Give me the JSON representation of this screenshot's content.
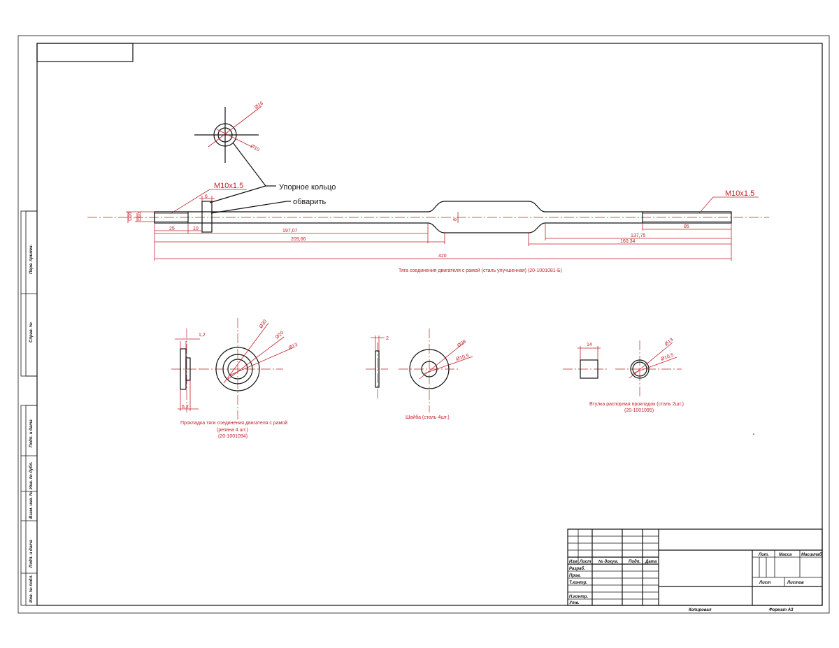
{
  "rod": {
    "thread_left": "M10x1.5",
    "thread_right": "M10x1.5",
    "callout_ring": "Упорное кольцо",
    "callout_weld": "обварить",
    "dims": {
      "d16": "D16",
      "d10": "D10",
      "l25": "25",
      "l10": "10",
      "l6": "6",
      "l197": "197,07",
      "l209": "209,66",
      "l420": "420",
      "l8": "8",
      "l85": "85",
      "l137": "137,75",
      "l160": "160,34"
    },
    "caption": "Тяга соединения двигателя с рамой (сталь улучшенная) (20-1001081-Б)"
  },
  "ring_view": {
    "d16": "Ø16",
    "d10": "Ø10"
  },
  "gasket": {
    "t12": "1,2",
    "t62": "6,2",
    "d30": "Ø30",
    "d20": "Ø20",
    "d13": "Ø13",
    "caption1": "Прокладка тяги соединения двигателя с рамой",
    "caption2": "(резина 4 шт.)",
    "caption3": "(20-1001094)"
  },
  "washer": {
    "t2": "2",
    "d28": "Ø28",
    "d105": "Ø10,5",
    "caption": "Шайба (сталь 4шт.)"
  },
  "bushing": {
    "l14": "14",
    "d13": "Ø13",
    "d105": "Ø10,5",
    "caption1": "Втулка распорная прокладок (сталь 2шт.)",
    "caption2": "(20-1001095)"
  },
  "side_stamps": {
    "s1": "Перв. примен.",
    "s2": "Справ. №",
    "s3": "Подп. и дата",
    "s4": "Инв. № дубл.",
    "s5": "Взам. инв. №",
    "s6": "Подп. и дата",
    "s7": "Инв. № подл."
  },
  "title_block": {
    "izm": "Изм",
    "list": "Лист",
    "ndoc": "№ докум.",
    "podp": "Подп.",
    "data": "Дата",
    "razrab": "Разраб.",
    "prov": "Пров.",
    "tkontr": "Т.контр.",
    "nkontr": "Н.контр.",
    "utv": "Утв.",
    "lit": "Лит.",
    "massa": "Масса",
    "masshtab": "Масштаб",
    "list2": "Лист",
    "listov": "Листов",
    "kopiroval": "Копировал",
    "format": "Формат А3"
  }
}
